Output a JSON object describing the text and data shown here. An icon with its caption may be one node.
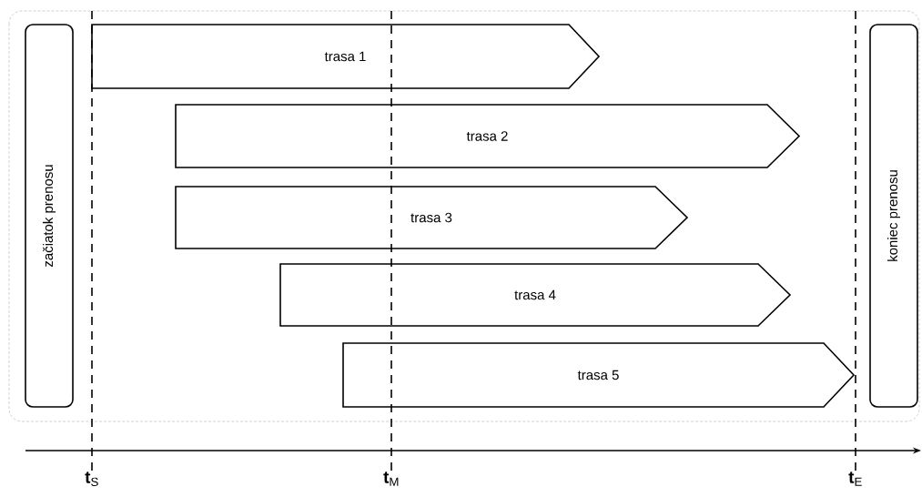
{
  "diagram": {
    "nodes": [
      {
        "text": [
          "začiatok prenosu"
        ]
      },
      {
        "text": [
          "trasa 1"
        ]
      },
      {
        "text": [
          "trasa 2"
        ]
      },
      {
        "text": [
          "trasa 3"
        ]
      },
      {
        "text": [
          "trasa 4"
        ]
      },
      {
        "text": [
          "trasa 5"
        ]
      },
      {
        "text": [
          "koniec prenosu"
        ]
      }
    ],
    "labels": [
      "**t**$_{S}$",
      "**t**$_{M}$",
      "**t**$_{E}$"
    ]
  }
}
